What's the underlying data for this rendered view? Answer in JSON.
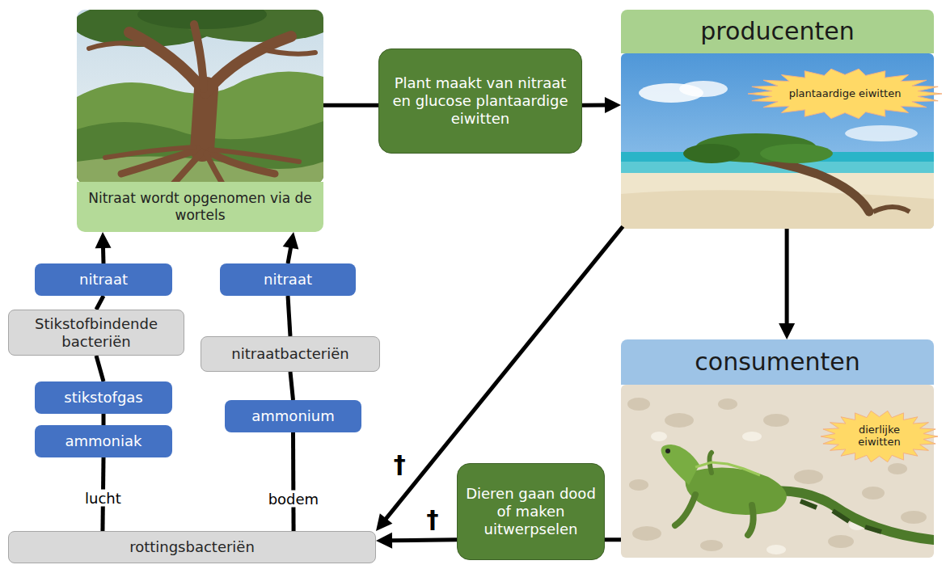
{
  "diagram": {
    "nodes": [
      {
        "text": [
          "Nitraat wordt opgenomen via de wortels"
        ]
      },
      {
        "text": [
          "Plant maakt van nitraat en glucose plantaardige eiwitten"
        ]
      },
      {
        "text": [
          "producenten"
        ]
      },
      {
        "text": [
          "plantaardige eiwitten"
        ],
        "in": 2
      },
      {
        "text": [
          "consumenten"
        ]
      },
      {
        "text": [
          "dierlijke eiwitten"
        ],
        "in": 4
      },
      {
        "text": [
          "nitraat"
        ]
      },
      {
        "text": [
          "Stikstofbindende bacteriën"
        ]
      },
      {
        "text": [
          "stikstofgas"
        ]
      },
      {
        "text": [
          "ammoniak"
        ]
      },
      {
        "text": [
          "nitraat"
        ]
      },
      {
        "text": [
          "nitraatbacteriën"
        ]
      },
      {
        "text": [
          "ammonium"
        ]
      },
      {
        "text": [
          "Dieren gaan dood of maken uitwerpselen"
        ]
      },
      {
        "text": [
          "rottingsbacteriën"
        ]
      }
    ],
    "edges": [
      {
        "from": 0,
        "to": 1,
        "arrow": "none"
      },
      {
        "from": 1,
        "to": 2,
        "arrow": "to"
      },
      {
        "from": 2,
        "to": 4,
        "arrow": "to"
      },
      {
        "from": 4,
        "to": 13,
        "arrow": "none"
      },
      {
        "from": 13,
        "to": 14,
        "label": "†",
        "arrow": "to"
      },
      {
        "from": 2,
        "to": 14,
        "label": "†",
        "arrow": "to"
      },
      {
        "from": 14,
        "to": 9,
        "label": "lucht",
        "arrow": "none"
      },
      {
        "from": 9,
        "to": 8,
        "arrow": "none"
      },
      {
        "from": 8,
        "to": 7,
        "arrow": "none"
      },
      {
        "from": 7,
        "to": 6,
        "arrow": "none"
      },
      {
        "from": 6,
        "to": 0,
        "arrow": "to"
      },
      {
        "from": 14,
        "to": 12,
        "label": "bodem",
        "arrow": "none"
      },
      {
        "from": 12,
        "to": 11,
        "arrow": "none"
      },
      {
        "from": 11,
        "to": 10,
        "arrow": "none"
      },
      {
        "from": 10,
        "to": 0,
        "arrow": "to"
      }
    ]
  }
}
